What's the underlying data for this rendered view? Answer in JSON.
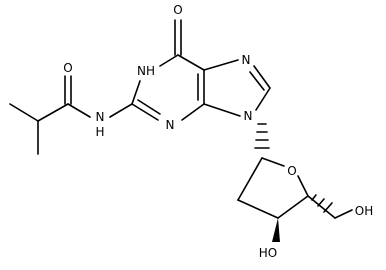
{
  "molecule": {
    "atoms": {
      "carbonyl_oxygen_top": "O",
      "amide_oxygen": "O",
      "n1_nh": "NH",
      "n7": "N",
      "n3": "N",
      "n9": "N",
      "amide_nh": "N",
      "amide_h": "H",
      "ring_oxygen": "O",
      "hydroxyl_3": "HO",
      "hydroxyl_5": "OH"
    }
  }
}
